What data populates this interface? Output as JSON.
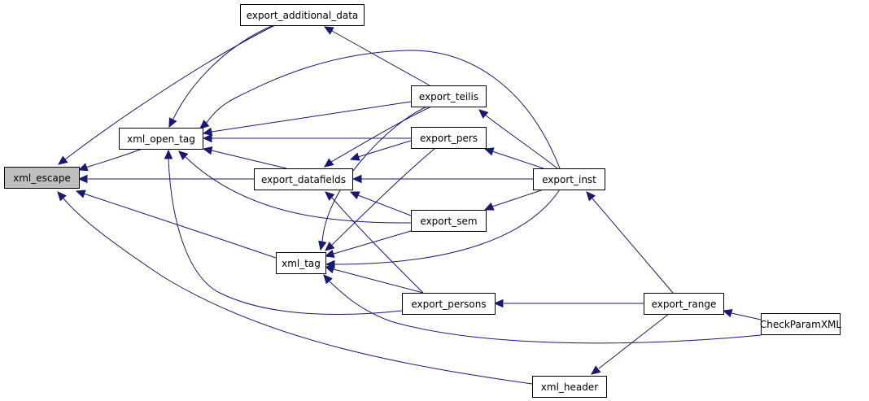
{
  "diagram": {
    "type": "caller-graph",
    "root": "xml_escape",
    "colors": {
      "edge": "#191970",
      "root_fill": "#bfbfbf",
      "node_fill": "#ffffff",
      "border": "#000000"
    },
    "nodes": [
      {
        "id": "xml_escape",
        "label": "xml_escape"
      },
      {
        "id": "xml_open_tag",
        "label": "xml_open_tag"
      },
      {
        "id": "xml_tag",
        "label": "xml_tag"
      },
      {
        "id": "export_additional_data",
        "label": "export_additional_data"
      },
      {
        "id": "export_datafields",
        "label": "export_datafields"
      },
      {
        "id": "export_teilis",
        "label": "export_teilis"
      },
      {
        "id": "export_pers",
        "label": "export_pers"
      },
      {
        "id": "export_sem",
        "label": "export_sem"
      },
      {
        "id": "export_persons",
        "label": "export_persons"
      },
      {
        "id": "export_inst",
        "label": "export_inst"
      },
      {
        "id": "export_range",
        "label": "export_range"
      },
      {
        "id": "xml_header",
        "label": "xml_header"
      },
      {
        "id": "CheckParamXML",
        "label": "CheckParamXML"
      }
    ],
    "edges": [
      {
        "from": "export_additional_data",
        "to": "xml_escape"
      },
      {
        "from": "xml_open_tag",
        "to": "xml_escape"
      },
      {
        "from": "export_datafields",
        "to": "xml_escape"
      },
      {
        "from": "xml_tag",
        "to": "xml_escape"
      },
      {
        "from": "xml_header",
        "to": "xml_escape"
      },
      {
        "from": "export_additional_data",
        "to": "xml_open_tag"
      },
      {
        "from": "export_inst",
        "to": "xml_open_tag"
      },
      {
        "from": "export_teilis",
        "to": "xml_open_tag"
      },
      {
        "from": "export_pers",
        "to": "xml_open_tag"
      },
      {
        "from": "export_datafields",
        "to": "xml_open_tag"
      },
      {
        "from": "export_sem",
        "to": "xml_open_tag"
      },
      {
        "from": "export_persons",
        "to": "xml_open_tag"
      },
      {
        "from": "export_teilis",
        "to": "export_additional_data"
      },
      {
        "from": "export_teilis",
        "to": "export_datafields"
      },
      {
        "from": "export_pers",
        "to": "export_datafields"
      },
      {
        "from": "export_inst",
        "to": "export_datafields"
      },
      {
        "from": "export_sem",
        "to": "export_datafields"
      },
      {
        "from": "export_persons",
        "to": "export_datafields"
      },
      {
        "from": "export_teilis",
        "to": "xml_tag"
      },
      {
        "from": "export_pers",
        "to": "xml_tag"
      },
      {
        "from": "export_sem",
        "to": "xml_tag"
      },
      {
        "from": "export_inst",
        "to": "xml_tag"
      },
      {
        "from": "export_persons",
        "to": "xml_tag"
      },
      {
        "from": "CheckParamXML",
        "to": "xml_tag"
      },
      {
        "from": "export_inst",
        "to": "export_teilis"
      },
      {
        "from": "export_inst",
        "to": "export_pers"
      },
      {
        "from": "export_inst",
        "to": "export_sem"
      },
      {
        "from": "export_range",
        "to": "export_inst"
      },
      {
        "from": "export_range",
        "to": "export_persons"
      },
      {
        "from": "CheckParamXML",
        "to": "export_range"
      },
      {
        "from": "export_range",
        "to": "xml_header"
      }
    ]
  }
}
